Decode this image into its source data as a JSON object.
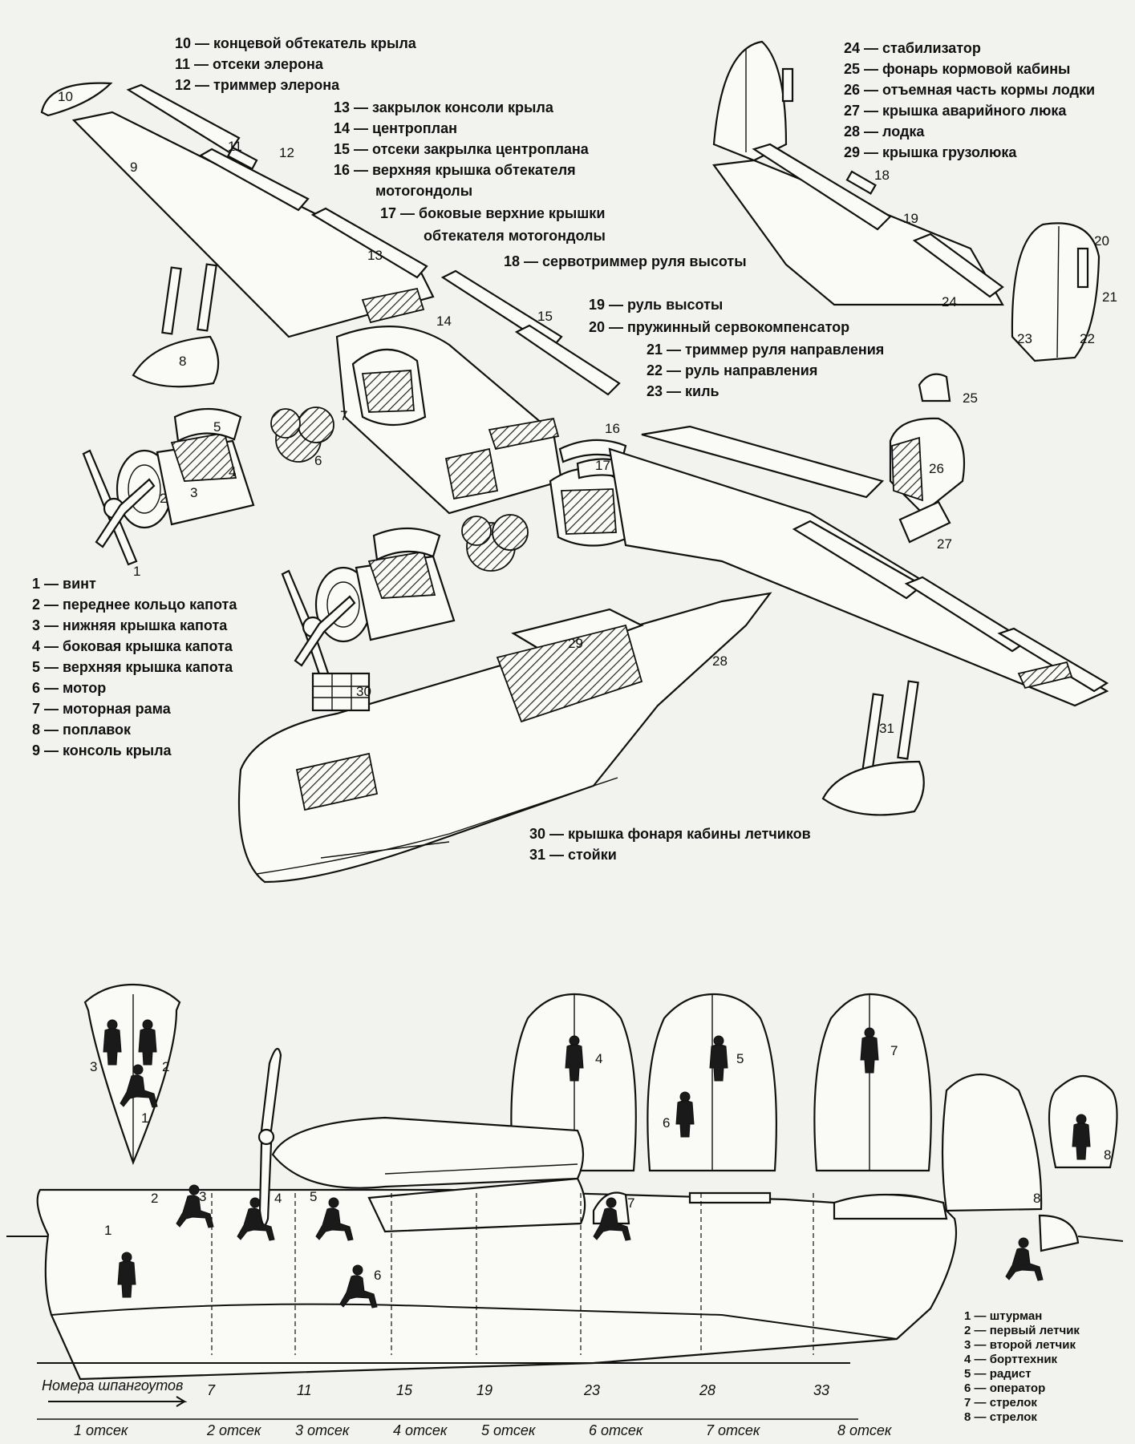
{
  "legend_top": [
    {
      "n": "10",
      "text": "концевой обтекатель крыла"
    },
    {
      "n": "11",
      "text": "отсеки элерона"
    },
    {
      "n": "12",
      "text": "триммер элерона"
    },
    {
      "n": "13",
      "text": "закрылок консоли крыла"
    },
    {
      "n": "14",
      "text": "центроплан"
    },
    {
      "n": "15",
      "text": "отсеки закрылка центроплана"
    },
    {
      "n": "16",
      "text": "верхняя крышка обтекателя"
    },
    {
      "n": "16b",
      "text": "мотогондолы"
    },
    {
      "n": "17",
      "text": "боковые верхние крышки"
    },
    {
      "n": "17b",
      "text": "обтекателя мотогондолы"
    },
    {
      "n": "18",
      "text": "сервотриммер руля высоты"
    },
    {
      "n": "19",
      "text": "руль высоты"
    },
    {
      "n": "20",
      "text": "пружинный сервокомпенсатор"
    },
    {
      "n": "21",
      "text": "триммер руля направления"
    },
    {
      "n": "22",
      "text": "руль направления"
    },
    {
      "n": "23",
      "text": "киль"
    }
  ],
  "legend_right": [
    {
      "n": "24",
      "text": "стабилизатор"
    },
    {
      "n": "25",
      "text": "фонарь кормовой кабины"
    },
    {
      "n": "26",
      "text": "отъемная часть кормы лодки"
    },
    {
      "n": "27",
      "text": "крышка аварийного люка"
    },
    {
      "n": "28",
      "text": "лодка"
    },
    {
      "n": "29",
      "text": "крышка грузолюка"
    }
  ],
  "legend_left": [
    {
      "n": "1",
      "text": "винт"
    },
    {
      "n": "2",
      "text": "переднее кольцо капота"
    },
    {
      "n": "3",
      "text": "нижняя крышка капота"
    },
    {
      "n": "4",
      "text": "боковая крышка капота"
    },
    {
      "n": "5",
      "text": "верхняя крышка капота"
    },
    {
      "n": "6",
      "text": "мотор"
    },
    {
      "n": "7",
      "text": "моторная рама"
    },
    {
      "n": "8",
      "text": "поплавок"
    },
    {
      "n": "9",
      "text": "консоль крыла"
    }
  ],
  "legend_bottom": [
    {
      "n": "30",
      "text": "крышка фонаря кабины летчиков"
    },
    {
      "n": "31",
      "text": "стойки"
    }
  ],
  "crew": [
    {
      "n": "1",
      "text": "штурман"
    },
    {
      "n": "2",
      "text": "первый летчик"
    },
    {
      "n": "3",
      "text": "второй летчик"
    },
    {
      "n": "4",
      "text": "борттехник"
    },
    {
      "n": "5",
      "text": "радист"
    },
    {
      "n": "6",
      "text": "оператор"
    },
    {
      "n": "7",
      "text": "стрелок"
    },
    {
      "n": "8",
      "text": "стрелок"
    }
  ],
  "frames_caption": "Номера шпангоутов",
  "frame_numbers": [
    "7",
    "11",
    "15",
    "19",
    "23",
    "28",
    "33"
  ],
  "compartments": [
    "1 отсек",
    "2 отсек",
    "3 отсек",
    "4 отсек",
    "5 отсек",
    "6 отсек",
    "7 отсек",
    "8 отсек"
  ],
  "part_numbers": [
    "1",
    "2",
    "3",
    "4",
    "5",
    "6",
    "7",
    "8",
    "9",
    "10",
    "11",
    "12",
    "13",
    "14",
    "15",
    "16",
    "17",
    "18",
    "19",
    "20",
    "21",
    "22",
    "23",
    "24",
    "25",
    "26",
    "27",
    "28",
    "29",
    "30",
    "31"
  ],
  "crew_numbers": [
    "1",
    "2",
    "3",
    "4",
    "5",
    "6",
    "7",
    "8"
  ]
}
